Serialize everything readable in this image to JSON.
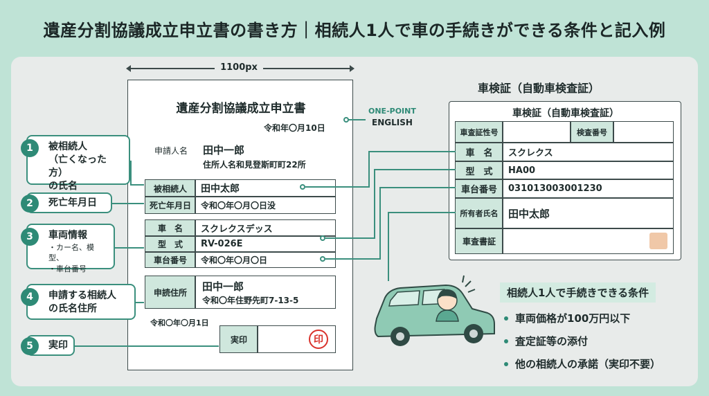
{
  "title": "遺産分割協議成立申立書の書き方｜相続人1人で車の手続きができる条件と記入例",
  "dimension": "1100px",
  "document": {
    "title": "遺産分割協議成立申立書",
    "date": "令和年〇月10日",
    "applicant_label": "申請人名",
    "applicant_name": "田中一郎",
    "applicant_address": "住所人名和見登斯町町22所",
    "deceased_label": "被相続人",
    "deceased_name": "田中太郎",
    "death_label": "死亡年月日",
    "death_value": "令和〇年〇月〇日没",
    "car_name_label": "車　名",
    "car_name_value": "スクレクスデッス",
    "model_label": "型　式",
    "model_value": "RV-026E",
    "chassis_label": "車台番号",
    "chassis_value": "令和〇年〇月〇日",
    "address_label": "申読住所",
    "heir_name": "田中一郎",
    "heir_address": "令和〇年住野先町7-13-5",
    "sign_date": "令和〇年〇月1日",
    "seal_label": "実印",
    "seal_mark": "印"
  },
  "one_point": {
    "line1": "ONE-POINT",
    "line2": "ENGLISH"
  },
  "labels": [
    {
      "num": "1",
      "text": "被相続人\n（亡くなった方）\nの氏名",
      "sub": ""
    },
    {
      "num": "2",
      "text": "死亡年月日",
      "sub": ""
    },
    {
      "num": "3",
      "text": "車両情報",
      "sub": "・カー名、模型、\n・車台番号"
    },
    {
      "num": "4",
      "text": "申請する相続人\nの氏名住所",
      "sub": ""
    },
    {
      "num": "5",
      "text": "実印",
      "sub": ""
    }
  ],
  "card": {
    "heading": "車検証（自動車検査証）",
    "title": "車検証（自動車検査証）",
    "cert_no_label": "車査証性号",
    "inspect_no_label": "検査番号",
    "car_name_label": "車　名",
    "car_name_value": "スクレクス",
    "model_label": "型　式",
    "model_value": "HA00",
    "chassis_label": "車台番号",
    "chassis_value": "031013003001230",
    "owner_label": "所有者氏名",
    "owner_value": "田中太郎",
    "inspect_label": "車査書証"
  },
  "conditions": {
    "title": "相続人1人で手続きできる条件",
    "items": [
      "車両価格が100万円以下",
      "査定証等の添付",
      "他の相続人の承諾（実印不要）"
    ]
  },
  "colors": {
    "background": "#bfe3d6",
    "panel": "#e8ebea",
    "accent": "#2e8a76",
    "shade": "#cfe7dd",
    "seal": "#d9322b"
  }
}
